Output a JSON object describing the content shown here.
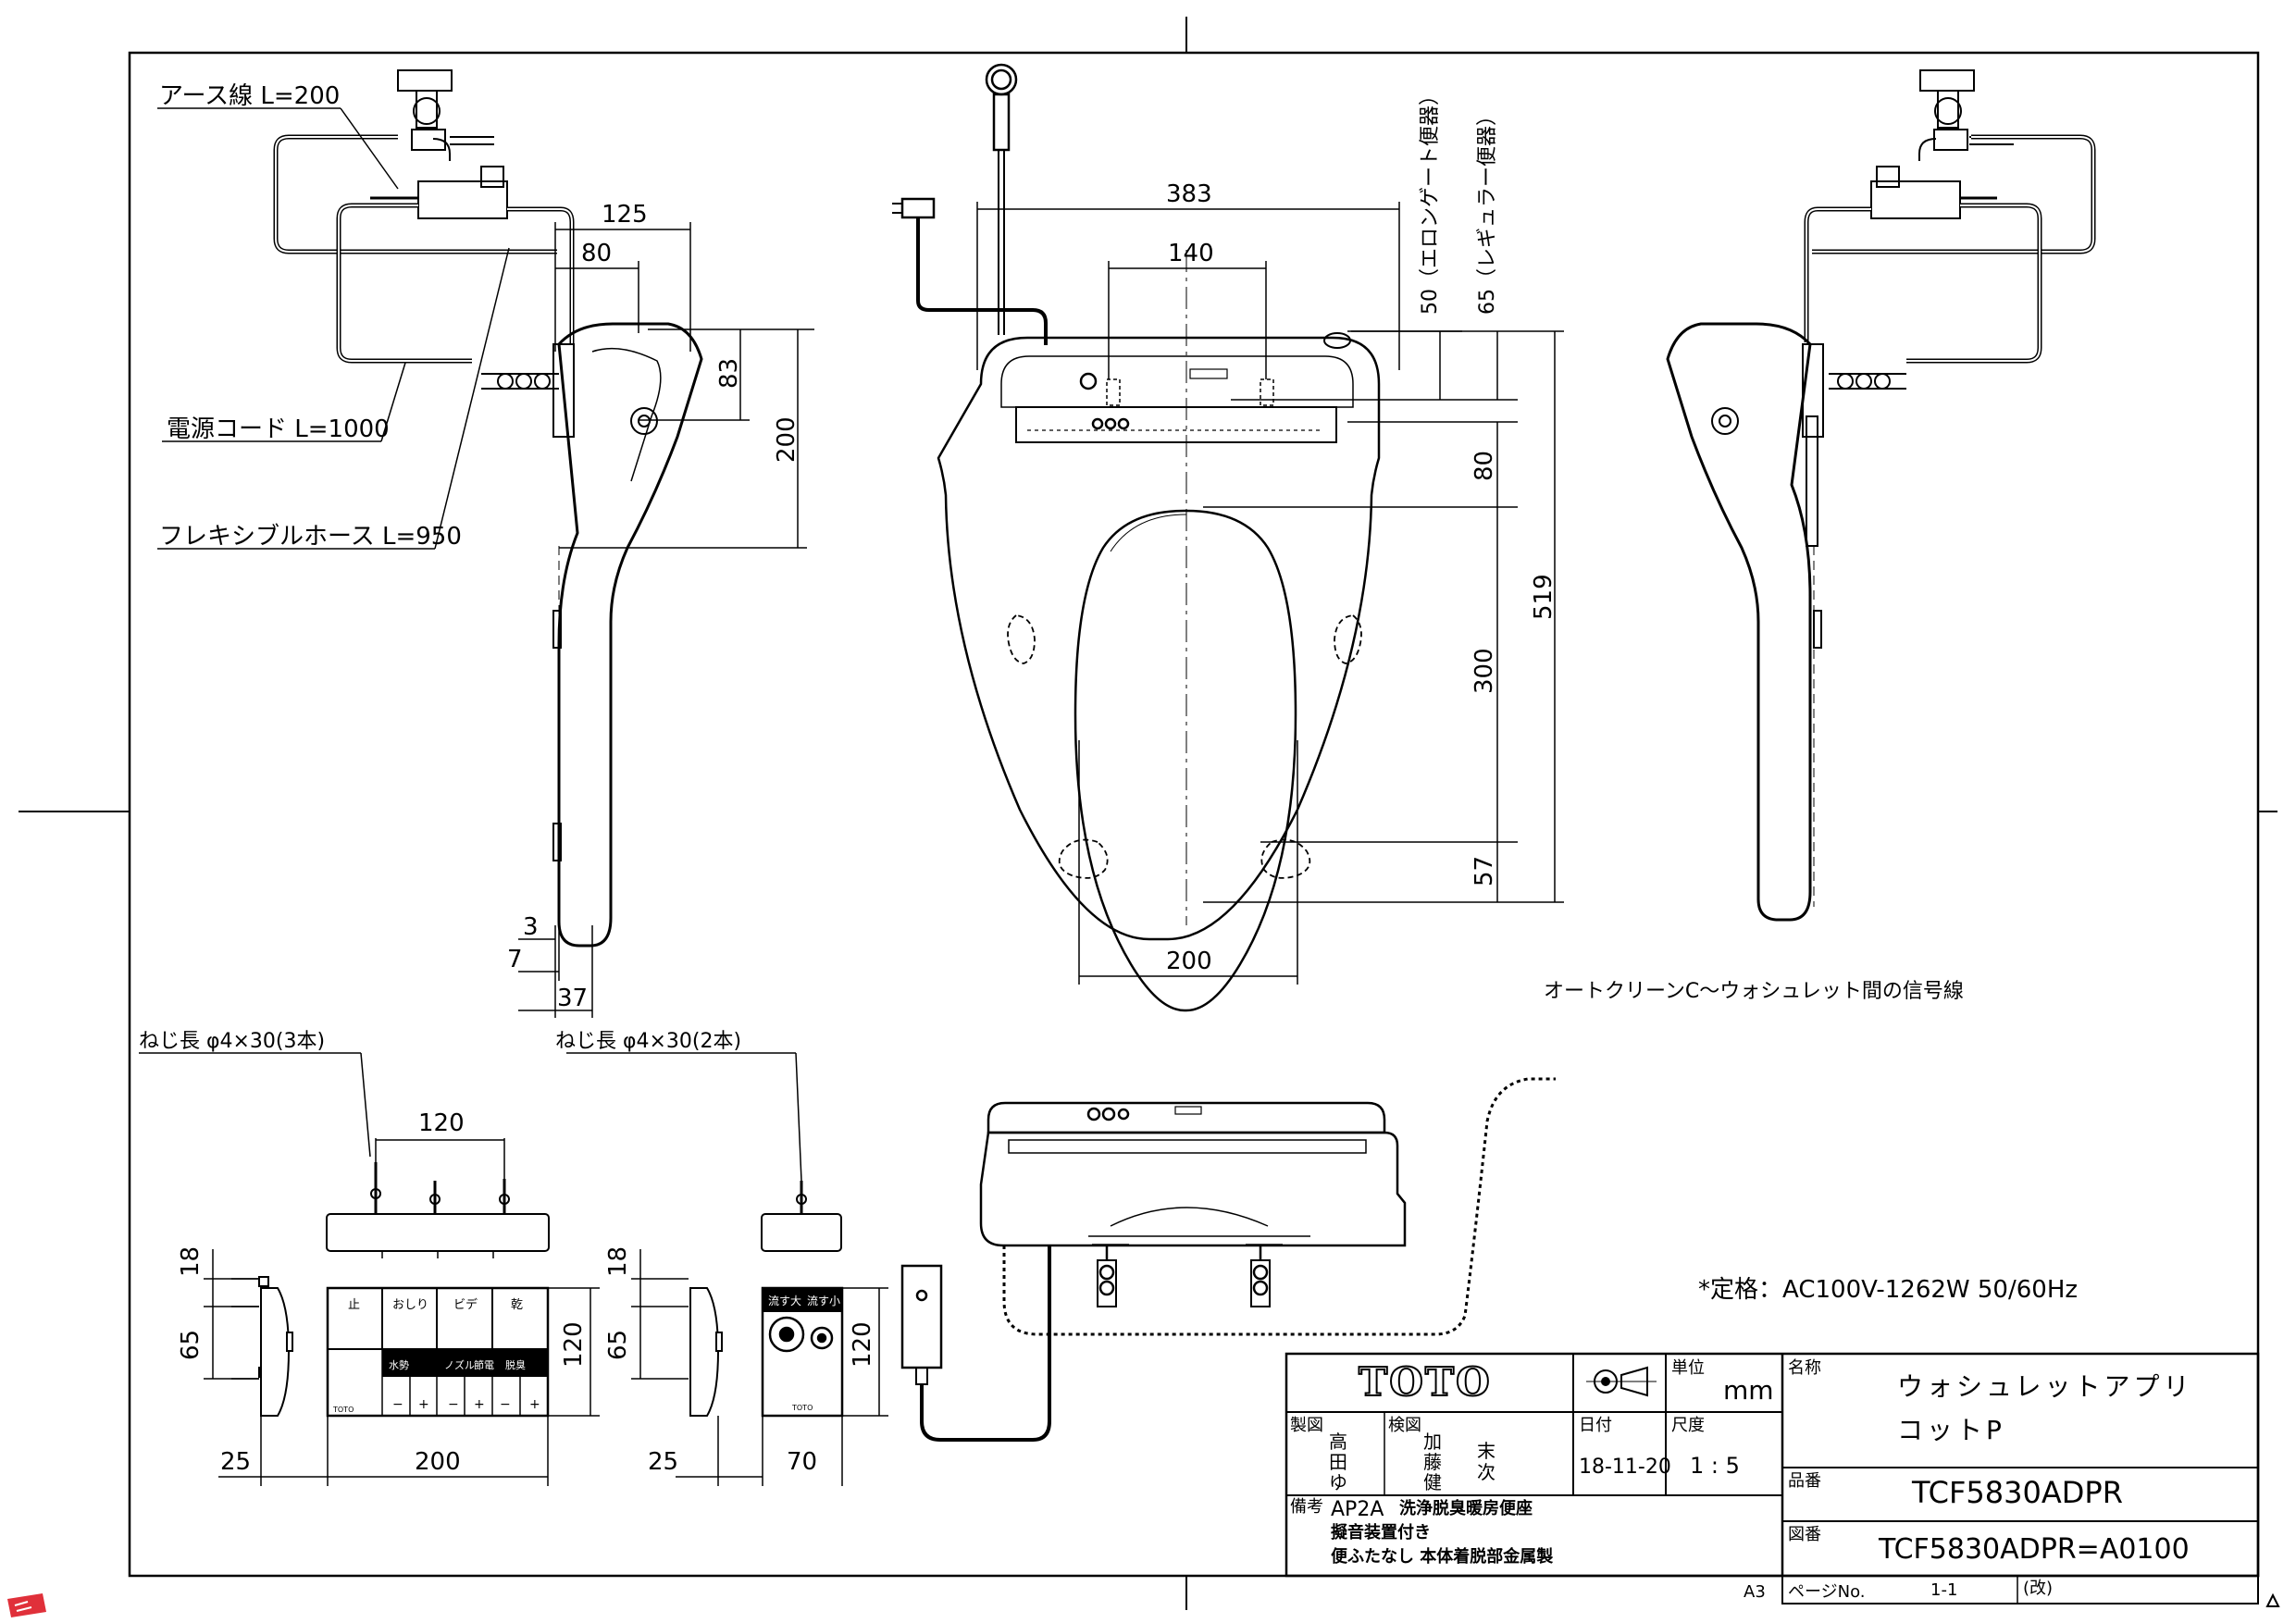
{
  "callouts": {
    "earth_wire": "アース線 L=200",
    "power_cord": "電源コード L=1000",
    "flexible_hose": "フレキシブルホース L=950",
    "signal_line": "オートクリーンC～ウォシュレット間の信号線",
    "screw_3": "ねじ長 φ4×30(3本)",
    "screw_2": "ねじ長 φ4×30(2本)",
    "rating": "*定格：AC100V-1262W 50/60Hz"
  },
  "dims": {
    "d125": "125",
    "d80a": "80",
    "d83": "83",
    "d200a": "200",
    "d383": "383",
    "d140": "140",
    "d50": "50（エロンゲート便器）",
    "d65": "65（レギュラー便器）",
    "d80b": "80",
    "d519": "519",
    "d300": "300",
    "d57": "57",
    "d200b": "200",
    "d3": "3",
    "d7": "7",
    "d37": "37",
    "d120a": "120",
    "d18a": "18",
    "d65a": "65",
    "d120b": "120",
    "d25a": "25",
    "d200c": "200",
    "d18b": "18",
    "d65b": "65",
    "d120c": "120",
    "d25b": "25",
    "d70": "70"
  },
  "remote": {
    "row1": [
      "止",
      "おしり",
      "ビデ",
      "乾"
    ],
    "row2": [
      "",
      "水勢",
      "ノズル",
      "節電",
      "脱臭"
    ],
    "row3": [
      "",
      "−",
      "+",
      "−",
      "+",
      "−",
      "+"
    ],
    "brand_small": "TOTO"
  },
  "switch_panel": {
    "big": "流す大",
    "small": "流す小",
    "brand_small": "TOTO"
  },
  "title_block": {
    "logo": "TOTO",
    "unit_label": "単位",
    "unit": "mm",
    "name_label": "名称",
    "name_line1": "ウォシュレットアプリ",
    "name_line2": "コットP",
    "drawn_label": "製図",
    "drawn_by": [
      "高",
      "田",
      "ゆ"
    ],
    "checked_label": "検図",
    "checked_by_a": [
      "加",
      "藤",
      "健"
    ],
    "checked_by_b": [
      "末",
      "次"
    ],
    "date_label": "日付",
    "date": "18-11-20",
    "scale_label": "尺度",
    "scale": "1 : 5",
    "part_label": "品番",
    "part_no": "TCF5830ADPR",
    "remarks_label": "備考",
    "remarks_code": "AP2A",
    "remarks_1": "洗浄脱臭暖房便座",
    "remarks_2": "擬音装置付き",
    "remarks_3": "便ふたなし 本体着脱部金属製",
    "drawing_label": "図番",
    "drawing_no": "TCF5830ADPR=A0100",
    "sheet_size": "A3",
    "page_label": "ページNo.",
    "page": "1-1",
    "rev_label": "(改)"
  }
}
